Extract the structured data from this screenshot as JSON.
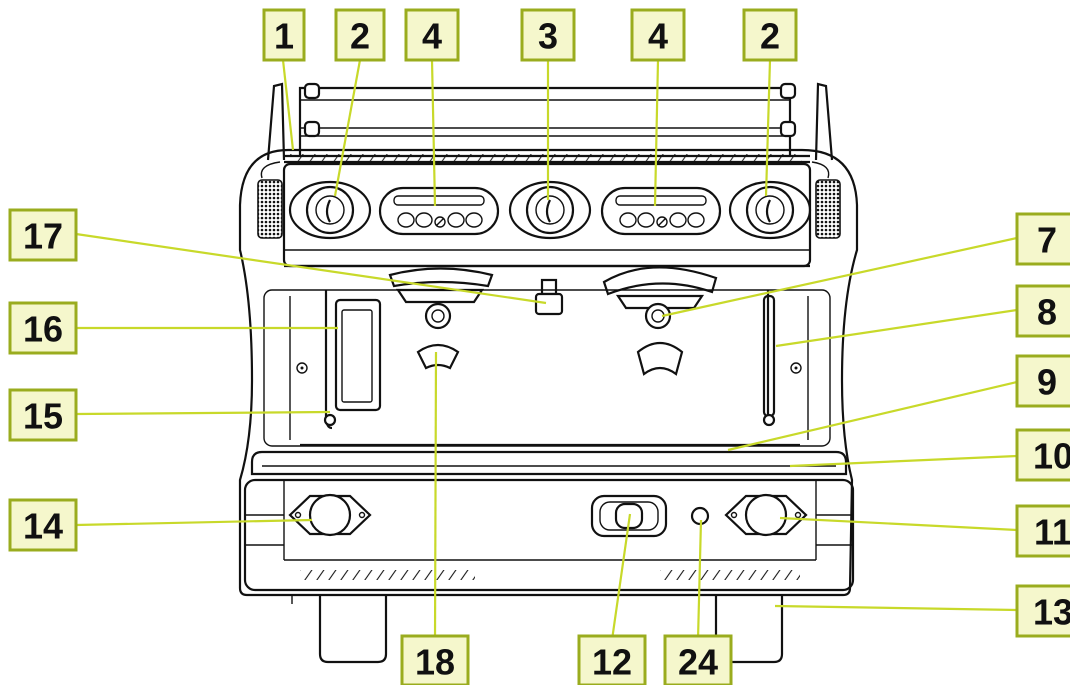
{
  "callouts": [
    {
      "id": "c1",
      "text": "1"
    },
    {
      "id": "c2a",
      "text": "2"
    },
    {
      "id": "c4a",
      "text": "4"
    },
    {
      "id": "c3",
      "text": "3"
    },
    {
      "id": "c4b",
      "text": "4"
    },
    {
      "id": "c2b",
      "text": "2"
    },
    {
      "id": "c17",
      "text": "17"
    },
    {
      "id": "c7",
      "text": "7"
    },
    {
      "id": "c16",
      "text": "16"
    },
    {
      "id": "c8",
      "text": "8"
    },
    {
      "id": "c9",
      "text": "9"
    },
    {
      "id": "c15",
      "text": "15"
    },
    {
      "id": "c10",
      "text": "10"
    },
    {
      "id": "c14",
      "text": "14"
    },
    {
      "id": "c11",
      "text": "11"
    },
    {
      "id": "c13",
      "text": "13"
    },
    {
      "id": "c18",
      "text": "18"
    },
    {
      "id": "c12",
      "text": "12"
    },
    {
      "id": "c24",
      "text": "24"
    }
  ],
  "colors": {
    "label_fill": "#f5f7cc",
    "label_border": "#9aac1e",
    "leader_line": "#c8d92a",
    "drawing_line": "#111111"
  }
}
